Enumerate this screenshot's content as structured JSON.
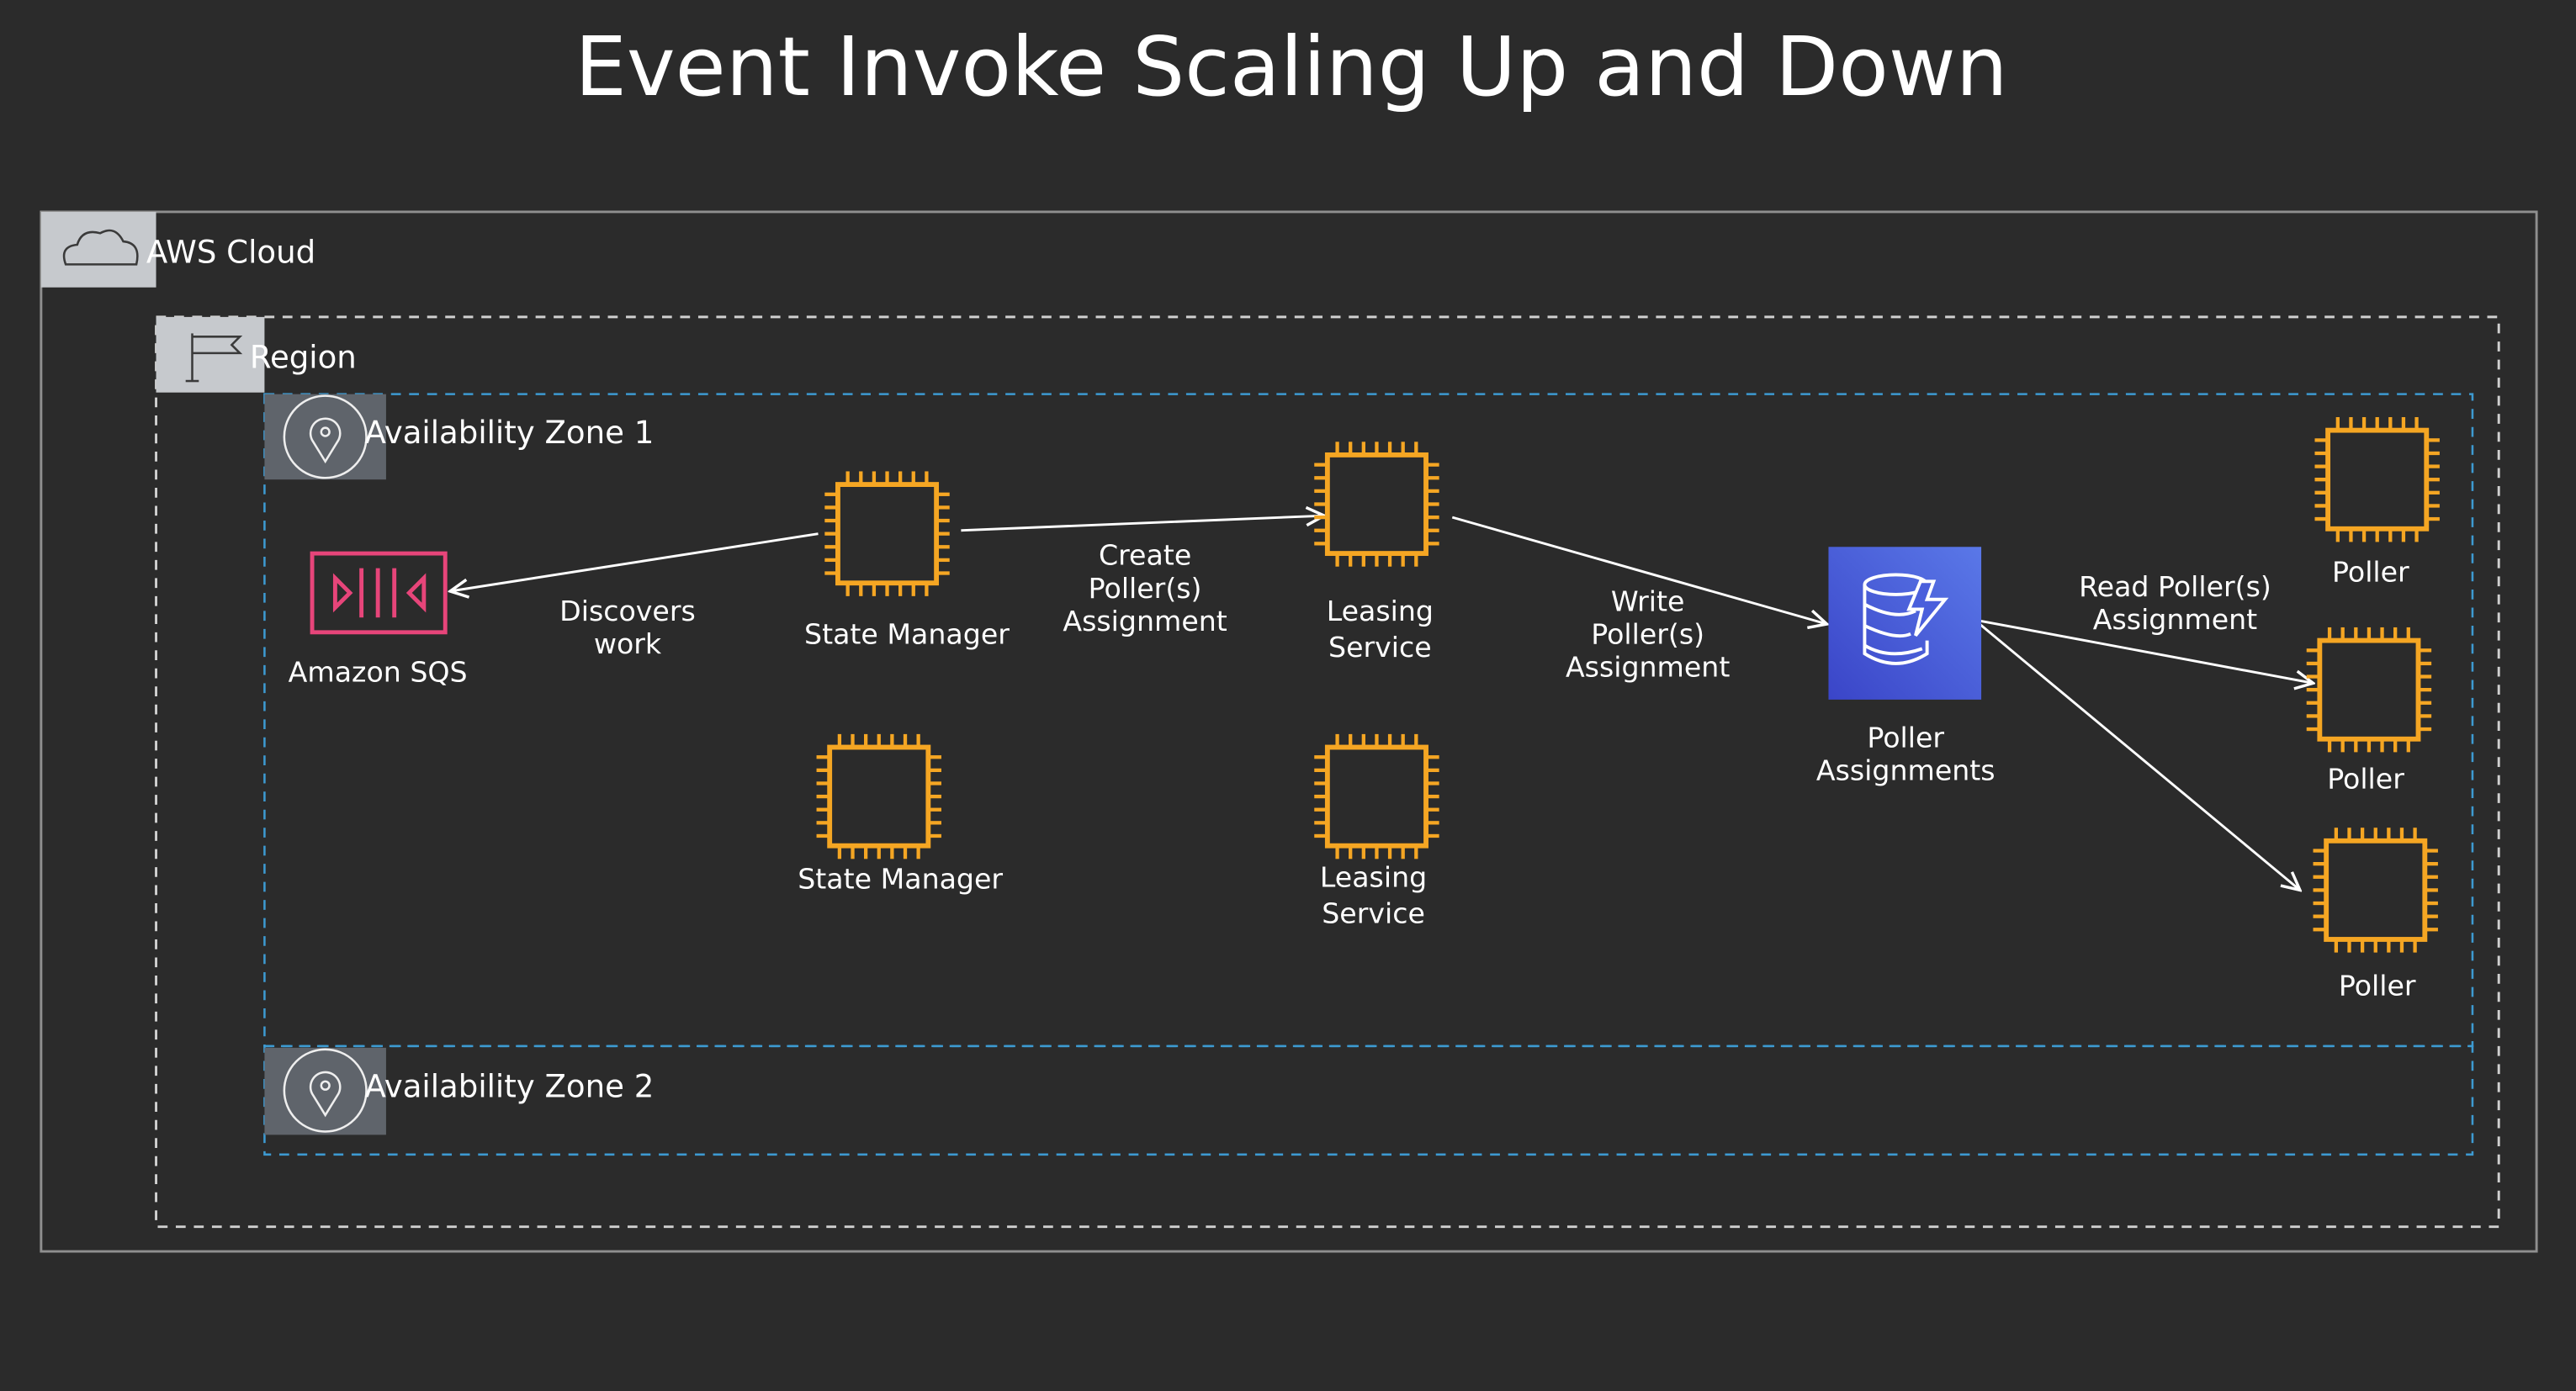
{
  "title": "Event Invoke Scaling Up and Down",
  "colors": {
    "background": "#2b2b2b",
    "chip": "#f5a623",
    "sqs": "#e7457a",
    "dynamodb": "#4053d6",
    "az_border": "#3d9ad1",
    "region_border": "#d0d0d0",
    "cloud_border": "#9a9a9a"
  },
  "groups": {
    "cloud": {
      "label": "AWS Cloud",
      "icon": "cloud-icon"
    },
    "region": {
      "label": "Region",
      "icon": "flag-icon"
    },
    "az1": {
      "label": "Availability Zone 1",
      "icon": "location-pin-icon"
    },
    "az2": {
      "label": "Availability Zone 2",
      "icon": "location-pin-icon"
    }
  },
  "nodes": {
    "sqs": {
      "label": "Amazon SQS",
      "icon": "sqs-queue-icon"
    },
    "state_manager_1": {
      "label": "State Manager"
    },
    "state_manager_2": {
      "label": "State Manager"
    },
    "leasing_1": {
      "lines": [
        "Leasing",
        "Service"
      ]
    },
    "leasing_2": {
      "lines": [
        "Leasing",
        "Service"
      ]
    },
    "dynamodb": {
      "lines": [
        "Poller",
        "Assignments"
      ],
      "icon": "dynamodb-icon"
    },
    "poller_1": {
      "label": "Poller"
    },
    "poller_2": {
      "label": "Poller"
    },
    "poller_3": {
      "label": "Poller"
    }
  },
  "edges": {
    "discovers": {
      "lines": [
        "Discovers",
        "work"
      ]
    },
    "create": {
      "lines": [
        "Create",
        "Poller(s)",
        "Assignment"
      ]
    },
    "write": {
      "lines": [
        "Write",
        "Poller(s)",
        "Assignment"
      ]
    },
    "read": {
      "lines": [
        "Read Poller(s)",
        "Assignment"
      ]
    }
  }
}
